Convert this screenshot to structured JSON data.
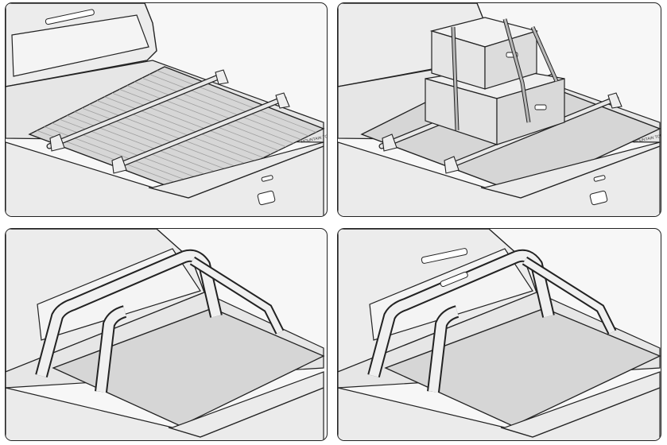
{
  "panels": [
    {
      "id": "roller-cover-with-crossbars"
    },
    {
      "id": "roller-cover-with-crossbars-and-boxes"
    },
    {
      "id": "roller-cover-with-sport-bar"
    },
    {
      "id": "roller-cover-with-sport-bar-and-brake-light"
    }
  ],
  "logos": {
    "cover_brand": "MOUNTAIN TOP"
  },
  "colors": {
    "outline": "#222222",
    "body": "#e9e9e9",
    "cover": "#d4d4d4",
    "cover_slat": "#9a9a9a",
    "box": "#e4e4e4",
    "strap": "#b5b5b5"
  }
}
